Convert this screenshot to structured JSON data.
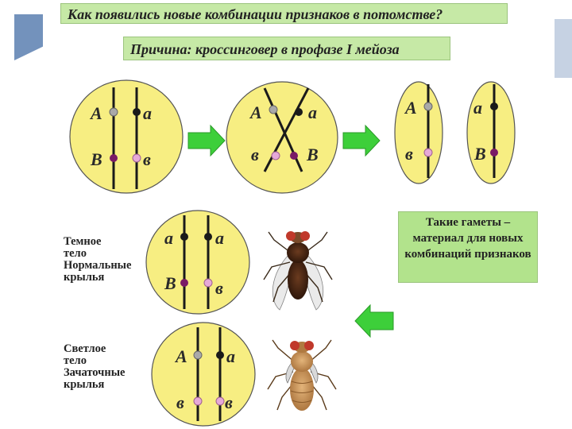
{
  "title": "Как появились новые комбинации признаков в потомстве?",
  "cause": "Причина: кроссинговер в профазе I мейоза",
  "note": "Такие гаметы – материал для новых комбинаций признаков",
  "phenotype_1": [
    "Темное",
    "тело",
    "Нормальные",
    "крылья"
  ],
  "phenotype_2": [
    "Светлое",
    "тело",
    "Зачаточные",
    "крылья"
  ],
  "cell1": {
    "top_left": "А",
    "top_right": "а",
    "bottom_left": "В",
    "bottom_right": "в"
  },
  "cell2": {
    "top_left": "А",
    "top_right": "а",
    "bottom_left": "в",
    "bottom_right": "В"
  },
  "cell3a": {
    "top": "А",
    "bottom": "в"
  },
  "cell3b": {
    "top": "а",
    "bottom": "В"
  },
  "cell4": {
    "top_left": "а",
    "top_right": "а",
    "bottom_left": "В",
    "bottom_right": "в"
  },
  "cell5": {
    "top_left": "А",
    "top_right": "а",
    "bottom_left": "в",
    "bottom_right": "в"
  },
  "colors": {
    "cell_fill": "#f7ee82",
    "cell_stroke": "#555555",
    "arrow_fill": "#3dcf3a",
    "box_fill": "#c6e9a6",
    "allele_gray": "#a9a9a9",
    "allele_black": "#1a1a1a",
    "allele_purple": "#7a1a66",
    "allele_pink": "#e6a9d8"
  }
}
